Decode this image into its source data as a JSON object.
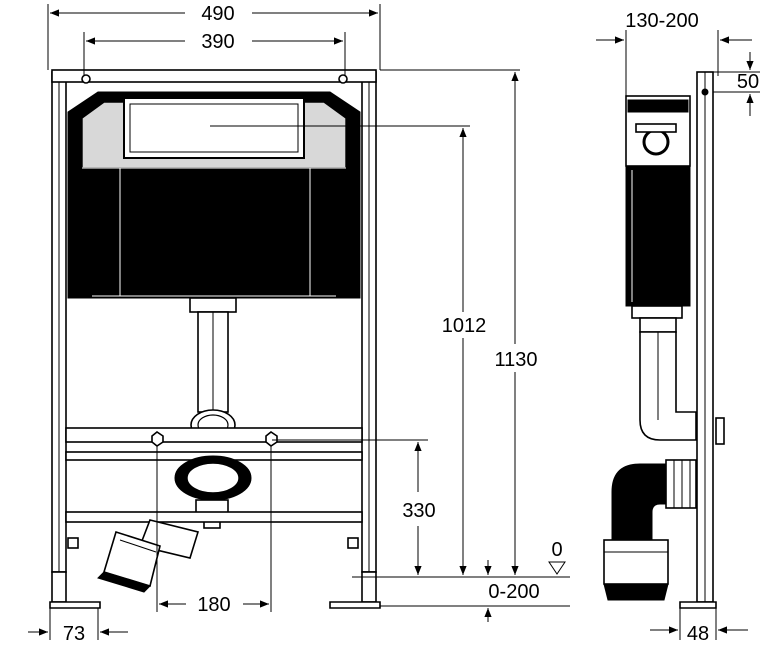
{
  "dimensions": {
    "frame_width": "490",
    "rail_spacing": "390",
    "depth": "130-200",
    "top_offset": "50",
    "cistern_height": "1012",
    "frame_height": "1130",
    "bolt_height": "330",
    "floor_zero": "0",
    "floor_range": "0-200",
    "bolt_spacing": "180",
    "foot_width": "73",
    "side_foot": "48"
  }
}
